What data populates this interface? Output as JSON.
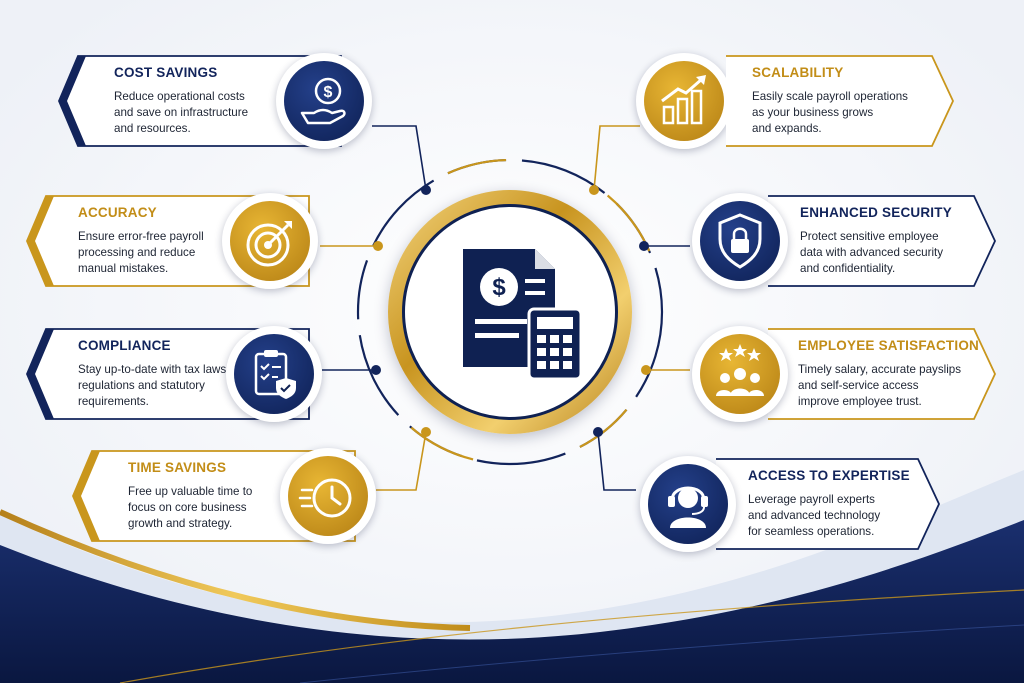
{
  "colors": {
    "navy": "#12245b",
    "gold": "#c9961c",
    "text": "#1d2433",
    "background": "#ffffff"
  },
  "center": {
    "icon": "payroll-document-calculator-icon"
  },
  "left_items": [
    {
      "title": "COST SAVINGS",
      "lines": [
        "Reduce operational costs",
        "and save on infrastructure",
        "and resources."
      ],
      "accent": "navy",
      "icon": "hand-coin-icon"
    },
    {
      "title": "ACCURACY",
      "lines": [
        "Ensure error-free payroll",
        "processing and reduce",
        "manual mistakes."
      ],
      "accent": "gold",
      "icon": "target-icon"
    },
    {
      "title": "COMPLIANCE",
      "lines": [
        "Stay up-to-date with tax laws,",
        "regulations and statutory",
        "requirements."
      ],
      "accent": "navy",
      "icon": "clipboard-shield-icon"
    },
    {
      "title": "TIME SAVINGS",
      "lines": [
        "Free up valuable time to",
        "focus on core business",
        "growth and strategy."
      ],
      "accent": "gold",
      "icon": "fast-clock-icon"
    }
  ],
  "right_items": [
    {
      "title": "SCALABILITY",
      "lines": [
        "Easily scale payroll operations",
        "as your business grows",
        "and expands."
      ],
      "accent": "gold",
      "icon": "growth-chart-icon"
    },
    {
      "title": "ENHANCED SECURITY",
      "lines": [
        "Protect sensitive employee",
        "data with advanced security",
        "and confidentiality."
      ],
      "accent": "navy",
      "icon": "shield-lock-icon"
    },
    {
      "title": "EMPLOYEE SATISFACTION",
      "lines": [
        "Timely salary, accurate payslips",
        "and self-service access",
        "improve employee trust."
      ],
      "accent": "gold",
      "icon": "team-stars-icon"
    },
    {
      "title": "ACCESS TO EXPERTISE",
      "lines": [
        "Leverage payroll experts",
        "and advanced technology",
        "for seamless operations."
      ],
      "accent": "navy",
      "icon": "headset-agent-icon"
    }
  ]
}
